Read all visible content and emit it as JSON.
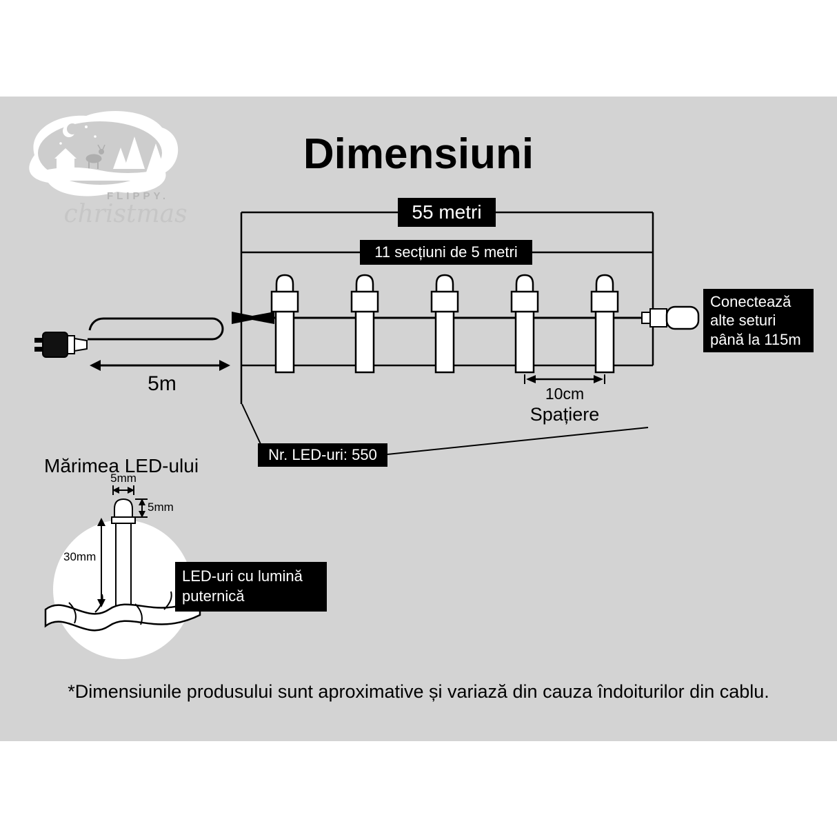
{
  "page": {
    "title": "Dimensiuni",
    "disclaimer": "*Dimensiunile produsului sunt aproximative și variază din cauza îndoiturilor din cablu."
  },
  "logo": {
    "brand": "FLIPPY.",
    "script": "christmas"
  },
  "diagram": {
    "total_length": "55 metri",
    "sections": "11 secțiuni de 5 metri",
    "connect_note": "Conectează\nalte seturi\npână la 115m",
    "lead_length": "5m",
    "spacing_value": "10cm",
    "spacing_label": "Spațiere",
    "led_count": "Nr. LED-uri: 550"
  },
  "led_size": {
    "title": "Mărimea LED-ului",
    "width": "5mm",
    "dome_height": "5mm",
    "body_length": "30mm",
    "note": "LED-uri cu lumină\nputernică"
  },
  "colors": {
    "background": "#d3d3d3",
    "label_bg": "#000000",
    "label_text": "#ffffff"
  }
}
